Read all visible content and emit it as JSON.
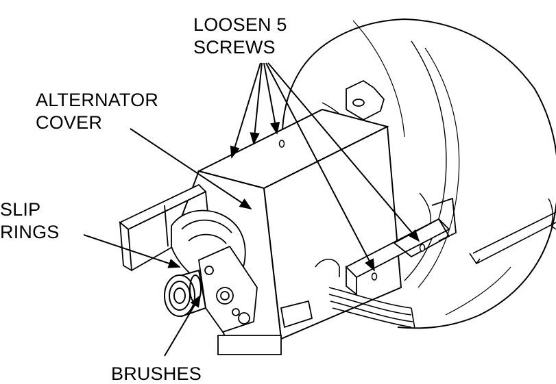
{
  "labels": {
    "loosen_line1": "LOOSEN 5",
    "loosen_line2": "SCREWS",
    "cover_line1": "ALTERNATOR",
    "cover_line2": "COVER",
    "slip_line1": "SLIP",
    "slip_line2": "RINGS",
    "brushes": "BRUSHES"
  },
  "colors": {
    "ink": "#000000",
    "paper": "#ffffff"
  }
}
